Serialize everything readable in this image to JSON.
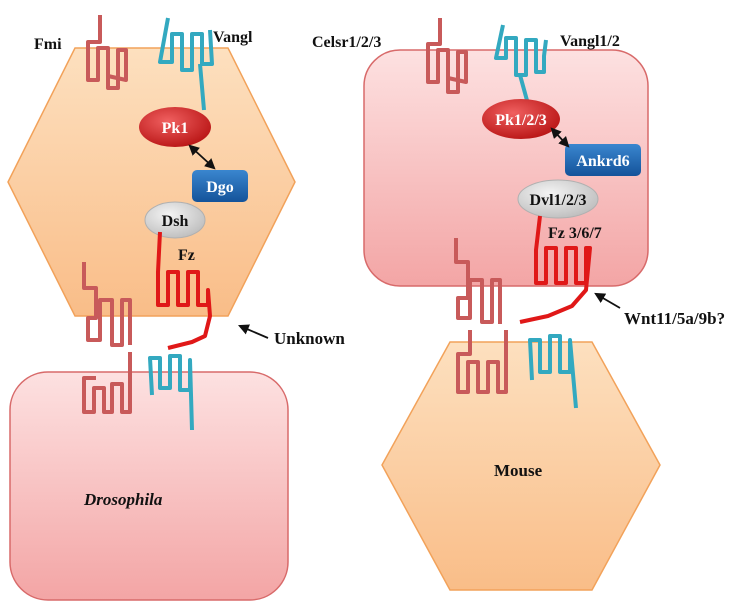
{
  "colors": {
    "fmi_celsr": "#c85a5a",
    "vangl": "#33a9c0",
    "frizzled": "#e01818",
    "pk_oval": "#d42424",
    "dgo_box": "#1f67b3",
    "dsh_oval": "#d6d6d6",
    "cell_hex": "#fbd3a6",
    "cell_pink": "#f7b6b6",
    "arrow": "#111111"
  },
  "drosophila": {
    "label_fmi": "Fmi",
    "label_vangl": "Vangl",
    "pk": "Pk1",
    "dgo": "Dgo",
    "dsh": "Dsh",
    "fz": "Fz",
    "ligand": "Unknown",
    "organism": "Drosophila"
  },
  "mouse": {
    "label_celsr": "Celsr1/2/3",
    "label_vangl": "Vangl1/2",
    "pk": "Pk1/2/3",
    "ankrd": "Ankrd6",
    "dvl": "Dvl1/2/3",
    "fz": "Fz 3/6/7",
    "ligand": "Wnt11/5a/9b?",
    "organism": "Mouse"
  }
}
